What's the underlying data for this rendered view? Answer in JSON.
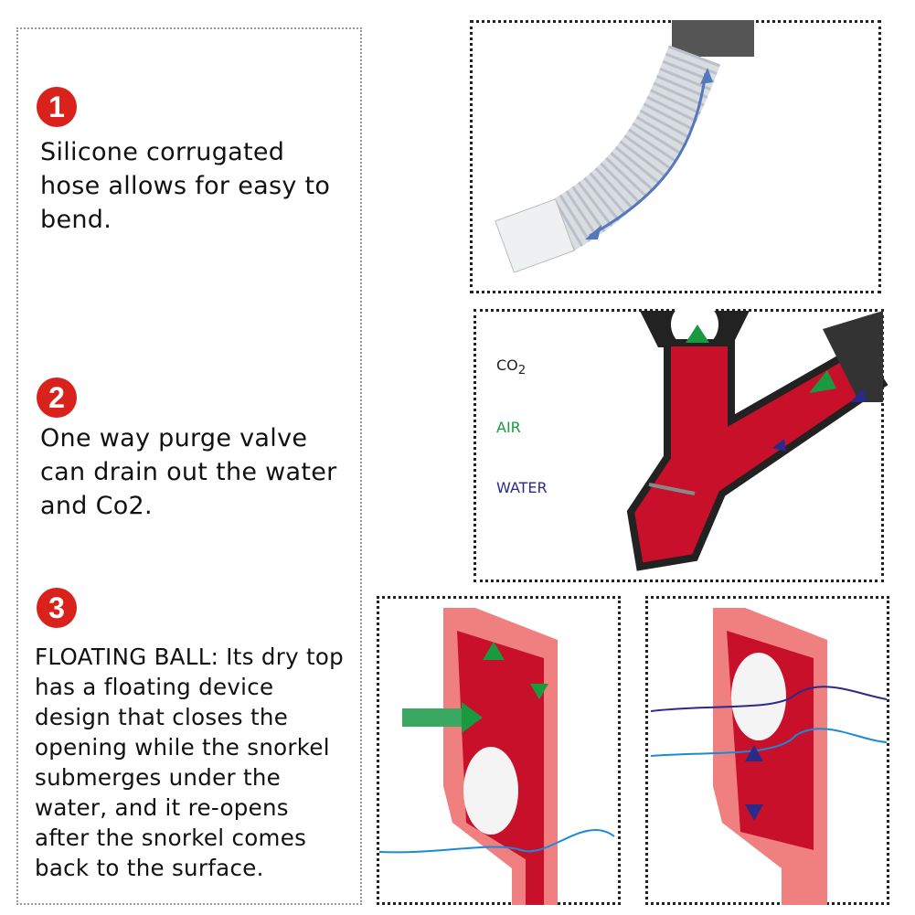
{
  "features": [
    {
      "number": "1",
      "lines": [
        "Silicone corrugated",
        "hose allows for easy to",
        "bend."
      ]
    },
    {
      "number": "2",
      "lines": [
        "One way purge valve",
        "can drain out the water",
        "and Co2."
      ]
    },
    {
      "number": "3",
      "lines": [
        "FLOATING BALL: Its dry top",
        "has a floating device",
        "design that closes the",
        "opening while the snorkel",
        "submerges under the",
        "water, and it re-opens",
        "after the snorkel comes",
        "back to the surface."
      ]
    }
  ],
  "legend": {
    "co2": "CO",
    "co2_sub": "2",
    "air": "AIR",
    "water": "WATER"
  },
  "colors": {
    "badge": "#d9221c",
    "air": "#1a9a40",
    "water": "#2a2a8a",
    "tube": "#d8102a"
  }
}
